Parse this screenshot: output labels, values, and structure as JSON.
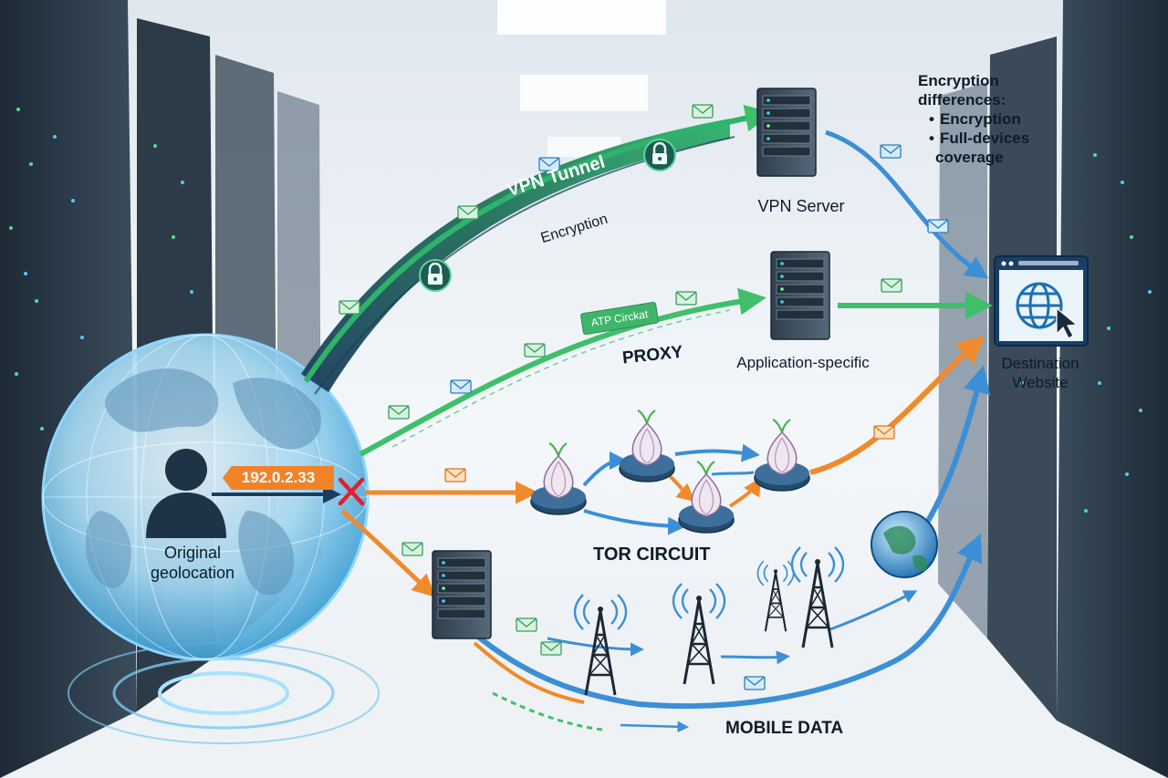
{
  "labels": {
    "vpn_tunnel": "VPN Tunnel",
    "encryption": "Encryption",
    "vpn_server": "VPN Server",
    "proxy": "PROXY",
    "proxy_tag": "ATP Circkat",
    "application_specific": "Application-specific",
    "destination_line1": "Destination",
    "destination_line2": "Website",
    "tor_circuit": "TOR CIRCUIT",
    "mobile_data": "MOBILE DATA",
    "original_line1": "Original",
    "original_line2": "geolocation",
    "ip_address": "192.0.2.33"
  },
  "encryption_note": {
    "title_line1": "Encryption",
    "title_line2": "differences:",
    "items": [
      "Encryption",
      "Full-devices",
      "coverage"
    ]
  },
  "icons": [
    "globe-icon",
    "user-silhouette-icon",
    "blocked-x-icon",
    "lock-icon",
    "envelope-icon",
    "server-icon",
    "onion-node-icon",
    "cell-tower-icon",
    "browser-globe-icon",
    "cursor-icon"
  ],
  "colors": {
    "vpn_path": "#1f5e8c",
    "vpn_accent": "#2fb36a",
    "proxy_path": "#3fbf6a",
    "tor_path": "#f08a2c",
    "tor_blue": "#3c8fd6",
    "mobile_path": "#3c8fd6",
    "blocked_x": "#e2202a",
    "globe_glow": "#6fc6f2"
  }
}
